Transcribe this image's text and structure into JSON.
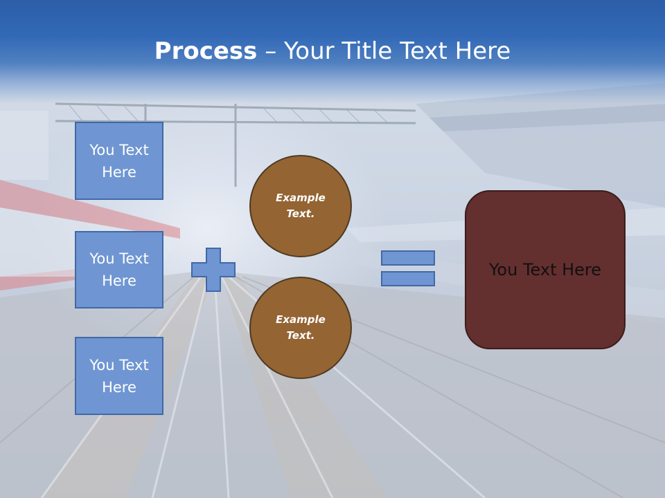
{
  "slide": {
    "title_bold": "Process",
    "title_separator": " – ",
    "title_rest": "Your Title Text Here",
    "left_boxes": [
      {
        "text": "You Text Here"
      },
      {
        "text": "You Text Here"
      },
      {
        "text": "You Text Here"
      }
    ],
    "circles": [
      {
        "text": "Example Text."
      },
      {
        "text": "Example Text."
      }
    ],
    "result_box": {
      "text": "You Text Here"
    },
    "operators": {
      "plus": "plus-icon",
      "equals": "equals-icon"
    }
  },
  "colors": {
    "title_band": "#3269b6",
    "left_box_fill": "#6f96d2",
    "left_box_border": "#3f69a6",
    "circle_fill": "#946433",
    "circle_border": "#4e3a22",
    "result_fill": "#632f2f",
    "operator_fill": "#6f96d2"
  }
}
